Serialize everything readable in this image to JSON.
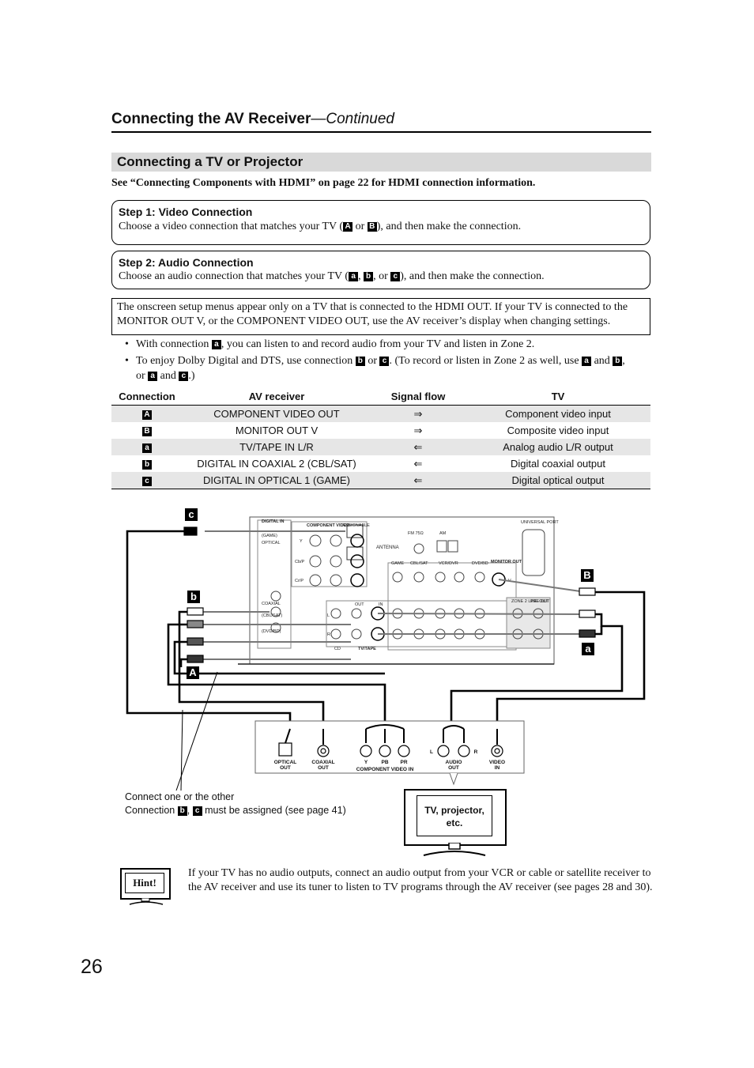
{
  "header": {
    "title": "Connecting the AV Receiver",
    "continued": "—Continued"
  },
  "section": {
    "title": "Connecting a TV or Projector"
  },
  "hdmi_note": "See “Connecting Components with HDMI” on page 22 for HDMI connection information.",
  "step1": {
    "title": "Step 1: Video Connection",
    "pre": "Choose a video connection that matches your TV (",
    "key1": "A",
    "mid": " or ",
    "key2": "B",
    "post": "), and then make the connection."
  },
  "step2": {
    "title": "Step 2: Audio Connection",
    "pre": "Choose an audio connection that matches your TV (",
    "key1": "a",
    "sep1": ", ",
    "key2": "b",
    "sep2": ", or ",
    "key3": "c",
    "post": "), and then make the connection."
  },
  "info_box": {
    "line1": "The onscreen setup menus appear only on a TV that is connected to the HDMI OUT. If your TV is connected to the",
    "line2": "MONITOR OUT V, or the COMPONENT VIDEO OUT, use the AV receiver’s display when changing settings."
  },
  "bullets": {
    "b1": {
      "pre": "With connection ",
      "key": "a",
      "post": ", you can listen to and record audio from your TV and listen in Zone 2."
    },
    "b2": {
      "pre": "To enjoy Dolby Digital and DTS, use connection ",
      "k1": "b",
      "t1": " or ",
      "k2": "c",
      "t2": ". (To record or listen in Zone 2 as well, use ",
      "k3": "a",
      "t3": " and ",
      "k4": "b",
      "t4": ",",
      "t5": "or ",
      "k5": "a",
      "t6": " and ",
      "k6": "c",
      "t7": ".)"
    }
  },
  "table": {
    "headers": [
      "Connection",
      "AV receiver",
      "Signal flow",
      "TV"
    ],
    "rows": [
      {
        "key": "A",
        "receiver": "COMPONENT VIDEO OUT",
        "flow": "⇒",
        "tv": "Component video input"
      },
      {
        "key": "B",
        "receiver": "MONITOR OUT V",
        "flow": "⇒",
        "tv": "Composite video input"
      },
      {
        "key": "a",
        "receiver": "TV/TAPE IN L/R",
        "flow": "⇐",
        "tv": "Analog audio L/R output"
      },
      {
        "key": "b",
        "receiver": "DIGITAL IN COAXIAL 2 (CBL/SAT)",
        "flow": "⇐",
        "tv": "Digital coaxial output"
      },
      {
        "key": "c",
        "receiver": "DIGITAL IN OPTICAL 1 (GAME)",
        "flow": "⇐",
        "tv": "Digital optical output"
      }
    ]
  },
  "diagram": {
    "labels": {
      "c": "c",
      "b": "b",
      "A": "A",
      "B": "B",
      "a": "a"
    },
    "receiver": {
      "digital_in": "DIGITAL IN",
      "optical": "OPTICAL",
      "coaxial": "COAXIAL",
      "game": "(GAME)",
      "cbl_sat": "(CBL/SAT)",
      "dvd_bd": "(DVD/BD)",
      "component_video": "COMPONENT VIDEO",
      "assignable": "ASSIGNABLE",
      "antenna": "ANTENNA",
      "fm": "FM 75Ω",
      "am": "AM",
      "universal_port": "UNIVERSAL PORT",
      "monitor_out": "MONITOR OUT",
      "v": "V",
      "zone2": "ZONE 2 LINE OUT",
      "pre_out": "PRE OUT",
      "inputs": [
        "GAME",
        "CBL/SAT",
        "VCR/DVR",
        "DVD/BD"
      ],
      "tv_tape": "TV/TAPE",
      "cd": "CD",
      "l": "L",
      "r": "R",
      "in": "IN",
      "out": "OUT",
      "y": "Y",
      "cb": "Cb/P",
      "cr": "Cr/P"
    },
    "tv_panel": {
      "optical": "OPTICAL",
      "optical2": "OUT",
      "coaxial": "COAXIAL",
      "coaxial2": "OUT",
      "y": "Y",
      "pb": "PB",
      "pr": "PR",
      "component": "COMPONENT VIDEO IN",
      "l": "L",
      "r": "R",
      "audio": "AUDIO",
      "audio2": "OUT",
      "video": "VIDEO",
      "video2": "IN"
    }
  },
  "connect_note": {
    "line1": "Connect one or the other",
    "pre": "Connection ",
    "k1": "b",
    "sep": ", ",
    "k2": "c",
    "post": " must be assigned (see page 41)"
  },
  "tv_box": {
    "line1": "TV, projector,",
    "line2": "etc."
  },
  "hint": {
    "label": "Hint!",
    "text": "If your TV has no audio outputs, connect an audio output from your VCR or cable or satellite receiver to the AV receiver and use its tuner to listen to TV programs through the AV receiver (see pages 28 and 30)."
  },
  "page_number": "26"
}
